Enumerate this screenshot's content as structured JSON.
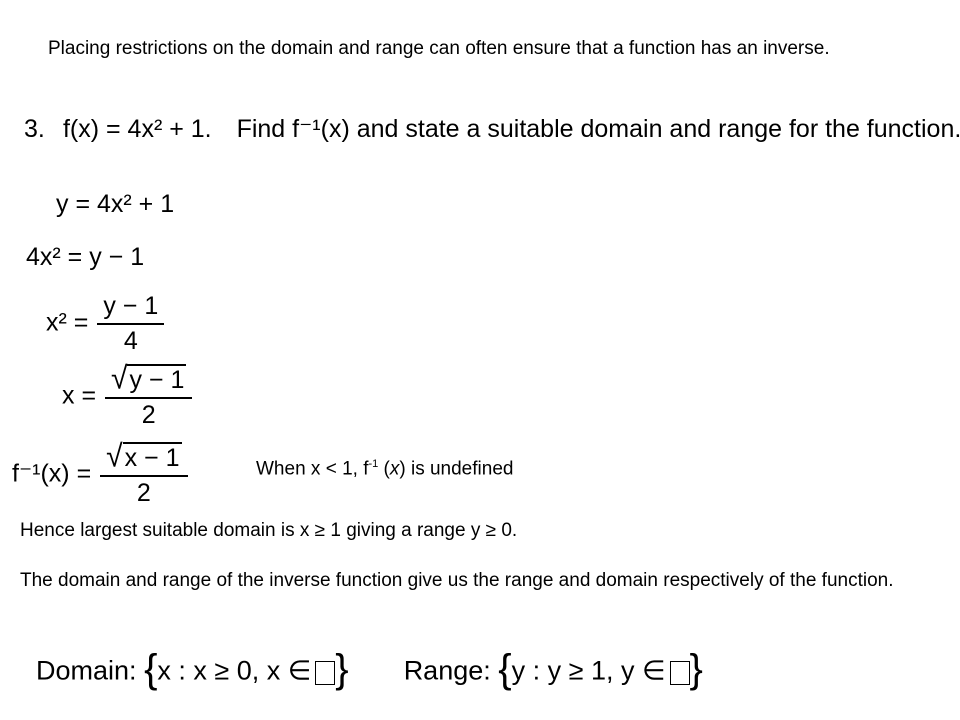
{
  "intro": "Placing restrictions on the domain and range can often ensure that a function has an inverse.",
  "question": {
    "number": "3.",
    "function": "f(x) = 4x² + 1.",
    "text": "Find f⁻¹(x) and state a suitable domain and range for the function."
  },
  "steps": {
    "s1_lhs": "y =",
    "s1_rhs": "4x² + 1",
    "s2": "4x² = y − 1",
    "s3_lhs": "x² =",
    "s3_num": "y − 1",
    "s3_den": "4",
    "s4_lhs": "x =",
    "s4_rad": "y − 1",
    "s4_den": "2",
    "s5_lhs": "f⁻¹(x) =",
    "s5_rad": "x − 1",
    "s5_den": "2"
  },
  "undefined_note": {
    "prefix": "When x < 1, f",
    "sup": "-1",
    "mid": "(",
    "var": "x",
    "suffix": ") is undefined"
  },
  "hence": "Hence largest suitable domain is x ≥ 1 giving a range y ≥ 0.",
  "conclusion": "The domain and range of the inverse function give us the range and domain respectively of the function.",
  "final": {
    "domain_label": "Domain:",
    "domain_set": "x : x ≥ 0, x ∈",
    "range_label": "Range:",
    "range_set": "y : y ≥ 1, y ∈"
  }
}
